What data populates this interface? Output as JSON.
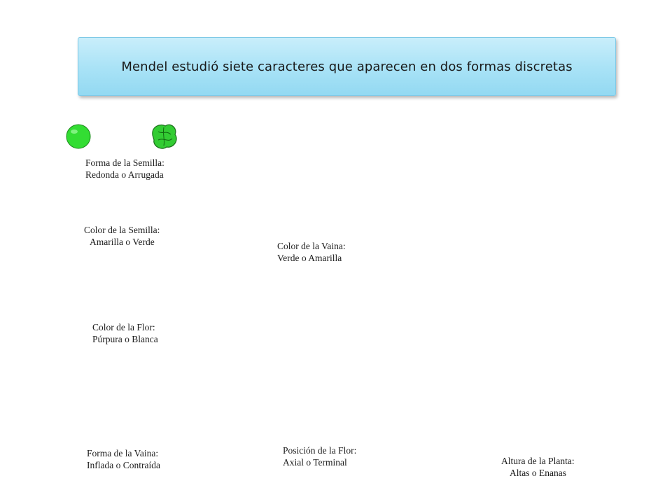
{
  "title": "Mendel estudió siete caracteres que aparecen en dos formas discretas",
  "traits": {
    "seed_shape": {
      "name": "Forma de la Semilla:",
      "values": "Redonda o Arrugada"
    },
    "seed_color": {
      "name": "Color de la Semilla:",
      "values": "Amarilla o Verde"
    },
    "flower_color": {
      "name": "Color de la Flor:",
      "values": "Púrpura o Blanca"
    },
    "pod_shape": {
      "name": "Forma de la Vaina:",
      "values": "Inflada o Contraída"
    },
    "pod_color": {
      "name": "Color de la Vaina:",
      "values": "Verde o Amarilla"
    },
    "flower_position": {
      "name": "Posición de la Flor:",
      "values": "Axial o Terminal"
    },
    "plant_height": {
      "name": "Altura de la Planta:",
      "values": "Altas o Enanas"
    }
  },
  "colors": {
    "green": "#33dd33",
    "yellow": "#e6d878",
    "purple": "#a9a4ee",
    "title_bg": "#a8e2f6"
  }
}
